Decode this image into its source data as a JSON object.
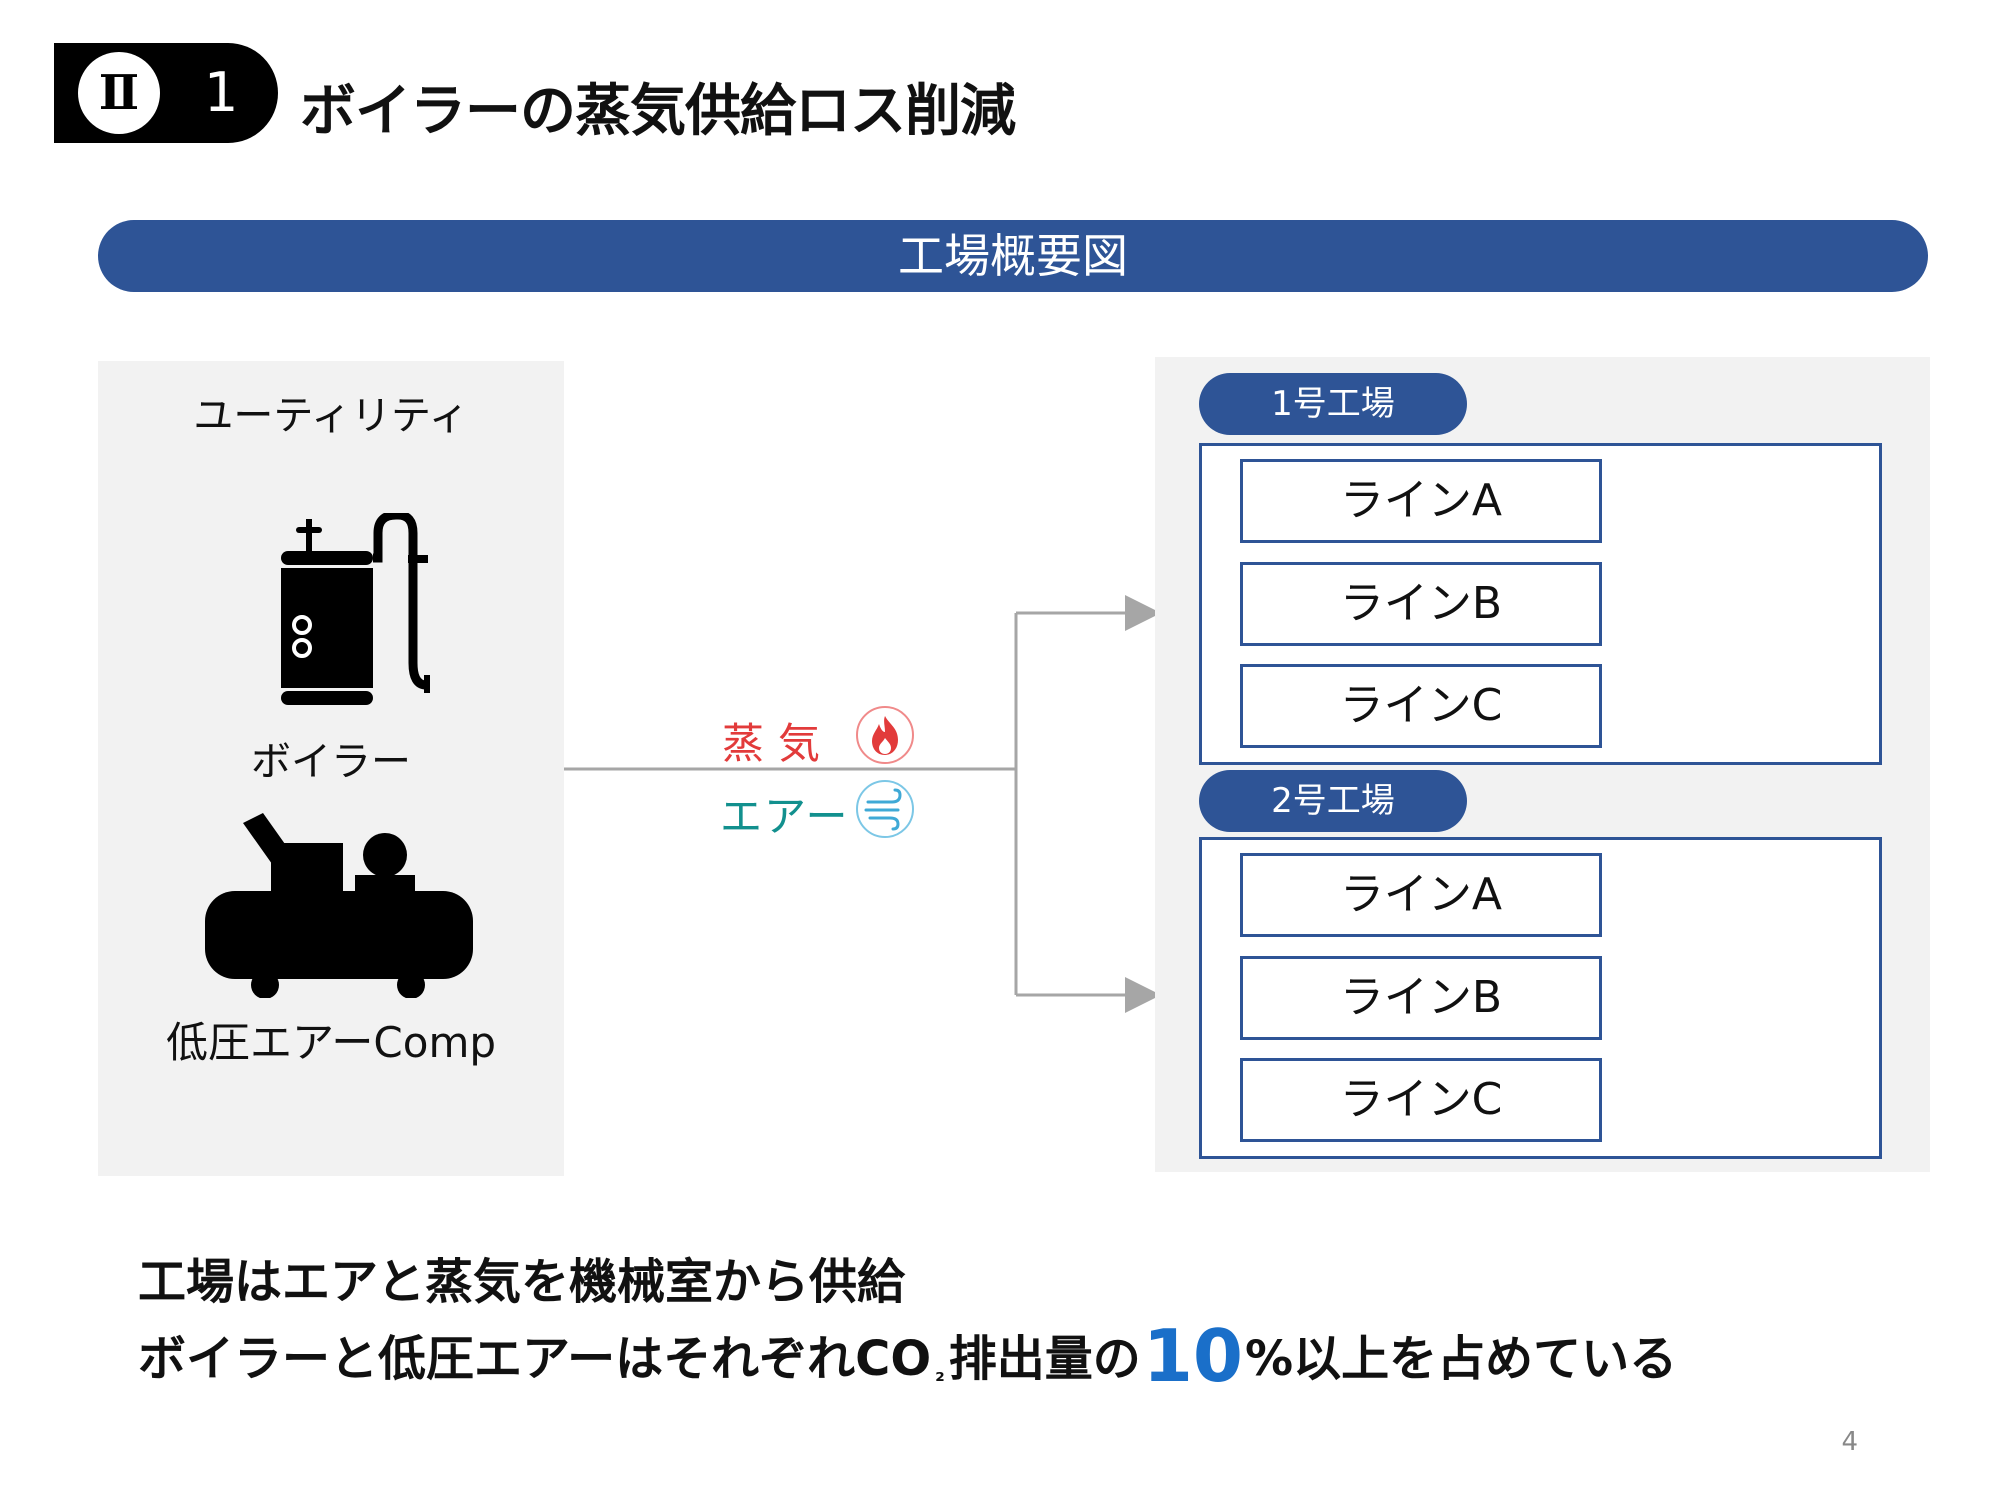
{
  "header": {
    "section_roman": "Ⅱ",
    "section_number": "1",
    "title": "ボイラーの蒸気供給ロス削減"
  },
  "banner": {
    "title": "工場概要図"
  },
  "utility": {
    "title": "ユーティリティ",
    "boiler_label": "ボイラー",
    "compressor_label": "低圧エアーComp"
  },
  "flows": {
    "steam": "蒸気",
    "air": "エアー",
    "steam_color": "#e23b3b",
    "air_color": "#12908e"
  },
  "factories": [
    {
      "name": "1号工場",
      "lines": [
        "ラインA",
        "ラインB",
        "ラインC"
      ]
    },
    {
      "name": "2号工場",
      "lines": [
        "ラインA",
        "ラインB",
        "ラインC"
      ]
    }
  ],
  "summary": {
    "line1": "工場はエアと蒸気を機械室から供給",
    "line2_part1": "ボイラーと低圧エアーはそれぞれCO",
    "line2_sub": "₂",
    "line2_part2": "排出量の",
    "percent": "10",
    "line2_part3": "%以上を占めている"
  },
  "page_number": "4",
  "colors": {
    "brand_blue": "#2e5496",
    "highlight_blue": "#1a6fc9",
    "panel_gray": "#f2f2f2"
  }
}
